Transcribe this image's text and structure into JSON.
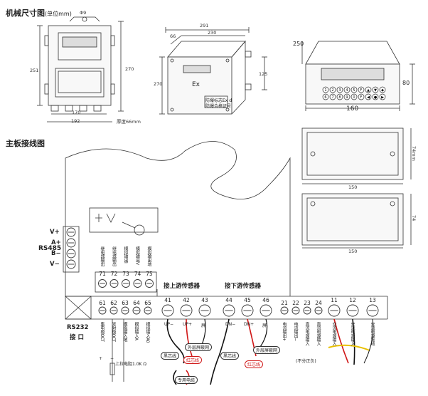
{
  "title_dims": "机械尺寸图",
  "title_dims_unit": "(单位mm)",
  "title_wiring": "主板接线图",
  "dims": {
    "phi": "Φ9",
    "v1": "251",
    "v2": "270",
    "h1": "170",
    "h2": "192",
    "thickness": "厚度66mm",
    "b_w1": "291",
    "b_w2": "230",
    "b_h1": "270",
    "b_h2": "125",
    "b_d": "66",
    "b_ex": "Ex",
    "b_plate1": "防爆标志Ex d",
    "b_plate2": "防爆合格证号",
    "c_250": "250",
    "c_80": "80",
    "c_160": "160",
    "d_74a": "74mm",
    "d_150": "150",
    "e_74": "74",
    "e_150": "150"
  },
  "keypad": [
    "1",
    "2",
    "3",
    "4",
    "5",
    "F",
    "▲",
    "▼",
    "◆",
    "6",
    "7",
    "8",
    "9",
    "0",
    "F",
    "◀",
    "●",
    "▶"
  ],
  "rs485": {
    "title": "RS485",
    "vplus": "V+",
    "aplus": "A+",
    "bminus": "B−",
    "vminus": "V−"
  },
  "upper_terms": [
    {
      "num": "71",
      "label": "继电器输出"
    },
    {
      "num": "72",
      "label": "继电器输出"
    },
    {
      "num": "73",
      "label": "模拟输出I"
    },
    {
      "num": "74",
      "label": "模拟输出V"
    },
    {
      "num": "75",
      "label": "模拟输出地"
    }
  ],
  "upstream": "接上游传感器",
  "downstream": "接下游传感器",
  "main_terms": [
    {
      "num": "61",
      "label": "集电极OCT",
      "sign": "+"
    },
    {
      "num": "62",
      "label": "发射极OCT",
      "sign": "−"
    },
    {
      "num": "63",
      "label": "模拟输入地",
      "sign": ""
    },
    {
      "num": "64",
      "label": "模拟输入A",
      "sign": ""
    },
    {
      "num": "65",
      "label": "模拟输入A0",
      "sign": ""
    },
    {
      "num": "41",
      "label": "",
      "sign": "UP−"
    },
    {
      "num": "42",
      "label": "",
      "sign": "UP+"
    },
    {
      "num": "43",
      "label": "",
      "sign": "屏"
    },
    {
      "num": "44",
      "label": "",
      "sign": "DN−"
    },
    {
      "num": "45",
      "label": "",
      "sign": "DN+"
    },
    {
      "num": "46",
      "label": "",
      "sign": "屏"
    },
    {
      "num": "21",
      "label": "电流输出+",
      "sign": ""
    },
    {
      "num": "22",
      "label": "电流输出−",
      "sign": ""
    },
    {
      "num": "23",
      "label": "直流电源输入",
      "sign": ""
    },
    {
      "num": "24",
      "label": "直流电源输入",
      "sign": ""
    },
    {
      "num": "11",
      "label": "交流电源输入",
      "sign": ""
    },
    {
      "num": "12",
      "label": "交流电源输入",
      "sign": ""
    },
    {
      "num": "13",
      "label": "交流电源接地",
      "sign": ""
    }
  ],
  "rs232": "RS232",
  "rs232_sub": "接 口",
  "dc_note": "(不分正负)",
  "pullup": "上拉电阻1.0K Ω",
  "wire_labels": {
    "black": "黑芯线",
    "red": "红芯线",
    "shield": "外层屏蔽网",
    "special": "专用电缆",
    "black2": "黑芯线",
    "shield2": "外层屏蔽网",
    "red2": "红芯线"
  },
  "colors": {
    "red": "#d01818",
    "black": "#111111",
    "yellow": "#e8c000",
    "line": "#333333"
  }
}
